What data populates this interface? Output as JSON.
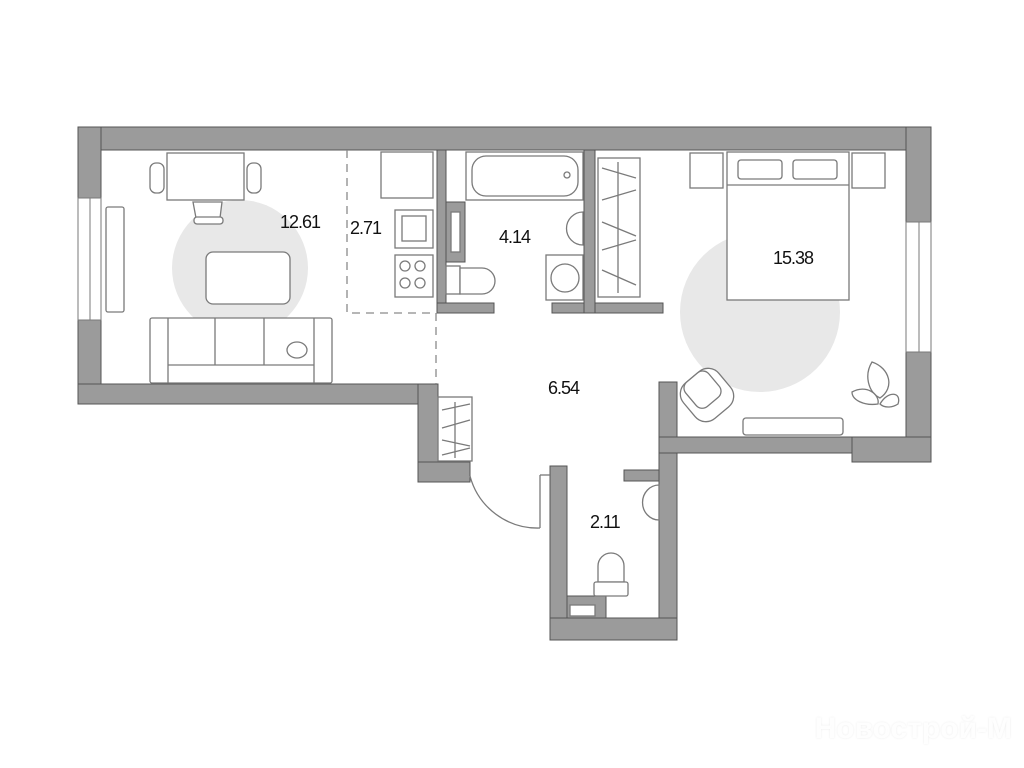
{
  "rooms": [
    {
      "id": "living",
      "area": "12.61"
    },
    {
      "id": "kitchen",
      "area": "2.71"
    },
    {
      "id": "bathroom",
      "area": "4.14"
    },
    {
      "id": "bedroom",
      "area": "15.38"
    },
    {
      "id": "hallway",
      "area": "6.54"
    },
    {
      "id": "toilet",
      "area": "2.11"
    }
  ],
  "watermark": "Новострой-М",
  "colors": {
    "wall": "#9b9b9b",
    "zone": "#e8e8e8"
  }
}
